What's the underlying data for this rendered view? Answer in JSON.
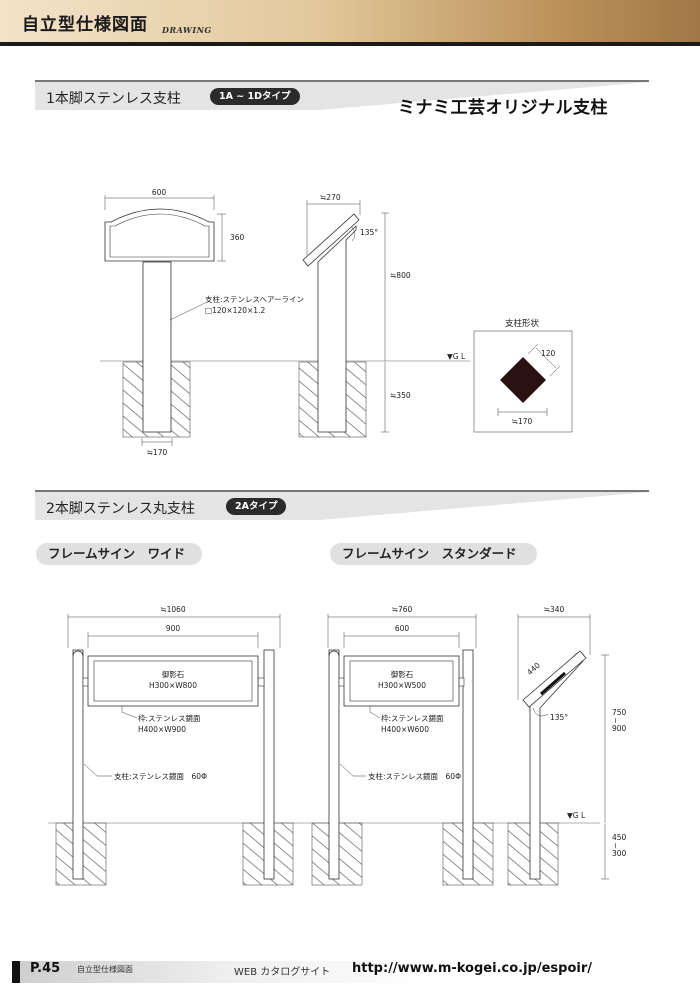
{
  "header": {
    "title": "自立型仕様図面",
    "subtitle": "DRAWING"
  },
  "section1": {
    "title": "1本脚ステンレス支柱",
    "badge": "1A ~ 1Dタイプ",
    "brand": "ミナミ工芸オリジナル支柱",
    "dims": {
      "width": "600",
      "height": "360",
      "post_note": "支柱:ステンレスヘアーライン",
      "post_size": "□120×120×1.2",
      "base_width": "≒170",
      "side_top": "≒270",
      "angle": "135°",
      "side_height": "≒800",
      "depth": "≒350",
      "gl": "▼G L"
    },
    "inset": {
      "title": "支柱形状",
      "size": "120",
      "base": "≒170"
    }
  },
  "section2": {
    "title": "2本脚ステンレス丸支柱",
    "badge": "2Aタイプ",
    "wide": {
      "tab": "フレームサイン　ワイド",
      "outer": "≒1060",
      "inner": "900",
      "panel_l1": "御影石",
      "panel_l2": "H300×W800",
      "frame_l1": "枠:ステンレス鏡面",
      "frame_l2": "H400×W900",
      "post": "支柱:ステンレス鏡面　60Φ"
    },
    "standard": {
      "tab": "フレームサイン　スタンダード",
      "outer": "≒760",
      "inner": "600",
      "panel_l1": "御影石",
      "panel_l2": "H300×W500",
      "frame_l1": "枠:ステンレス鏡面",
      "frame_l2": "H400×W600",
      "post": "支柱:ステンレス鏡面　60Φ"
    },
    "side": {
      "top": "≒340",
      "diag": "440",
      "angle": "135°",
      "h_top": "750",
      "h_bot": "900",
      "d_top": "450",
      "d_bot": "300",
      "tilde": "≀",
      "gl": "▼G L"
    }
  },
  "footer": {
    "page": "P.45",
    "label": "自立型仕様図面",
    "web_label": "WEB カタログサイト",
    "url": "http://www.m-kogei.co.jp/espoir/"
  }
}
